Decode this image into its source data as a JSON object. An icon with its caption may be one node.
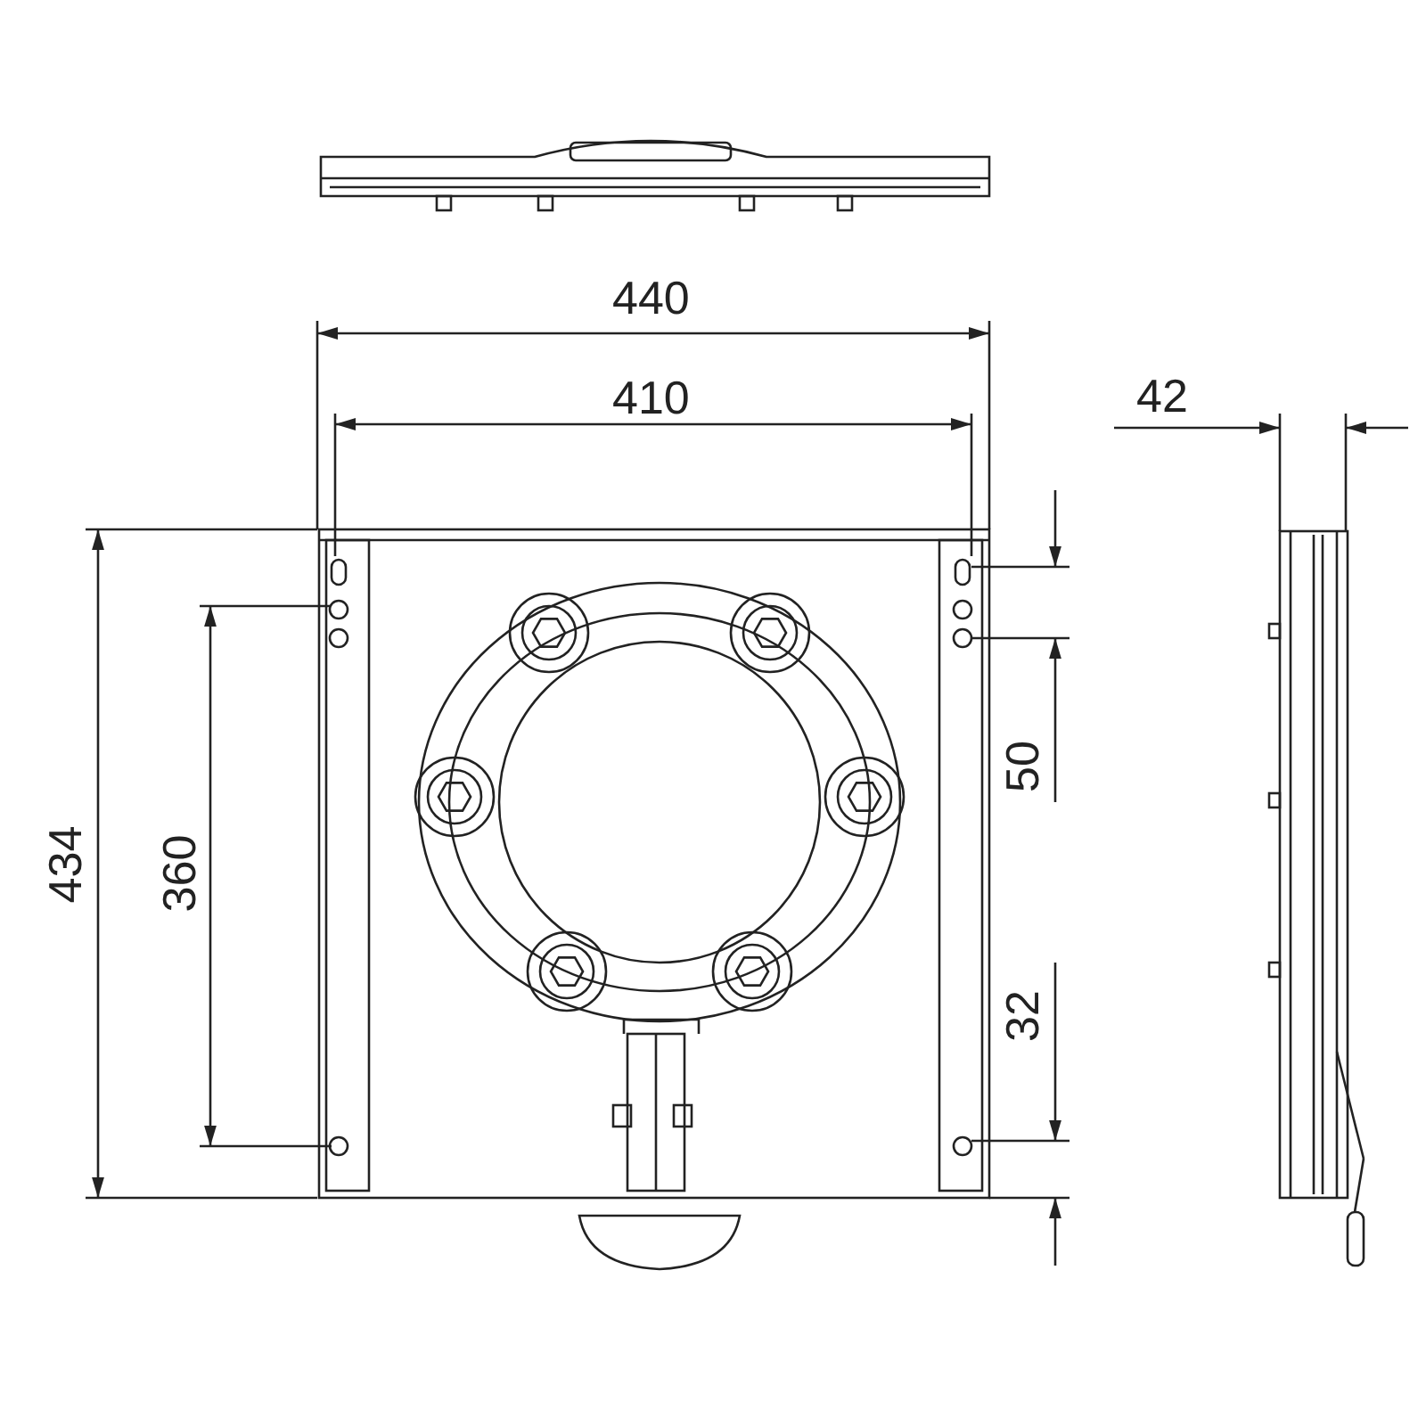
{
  "diagram": {
    "labels": [
      "440",
      "410",
      "42",
      "434",
      "360",
      "50",
      "32"
    ]
  }
}
